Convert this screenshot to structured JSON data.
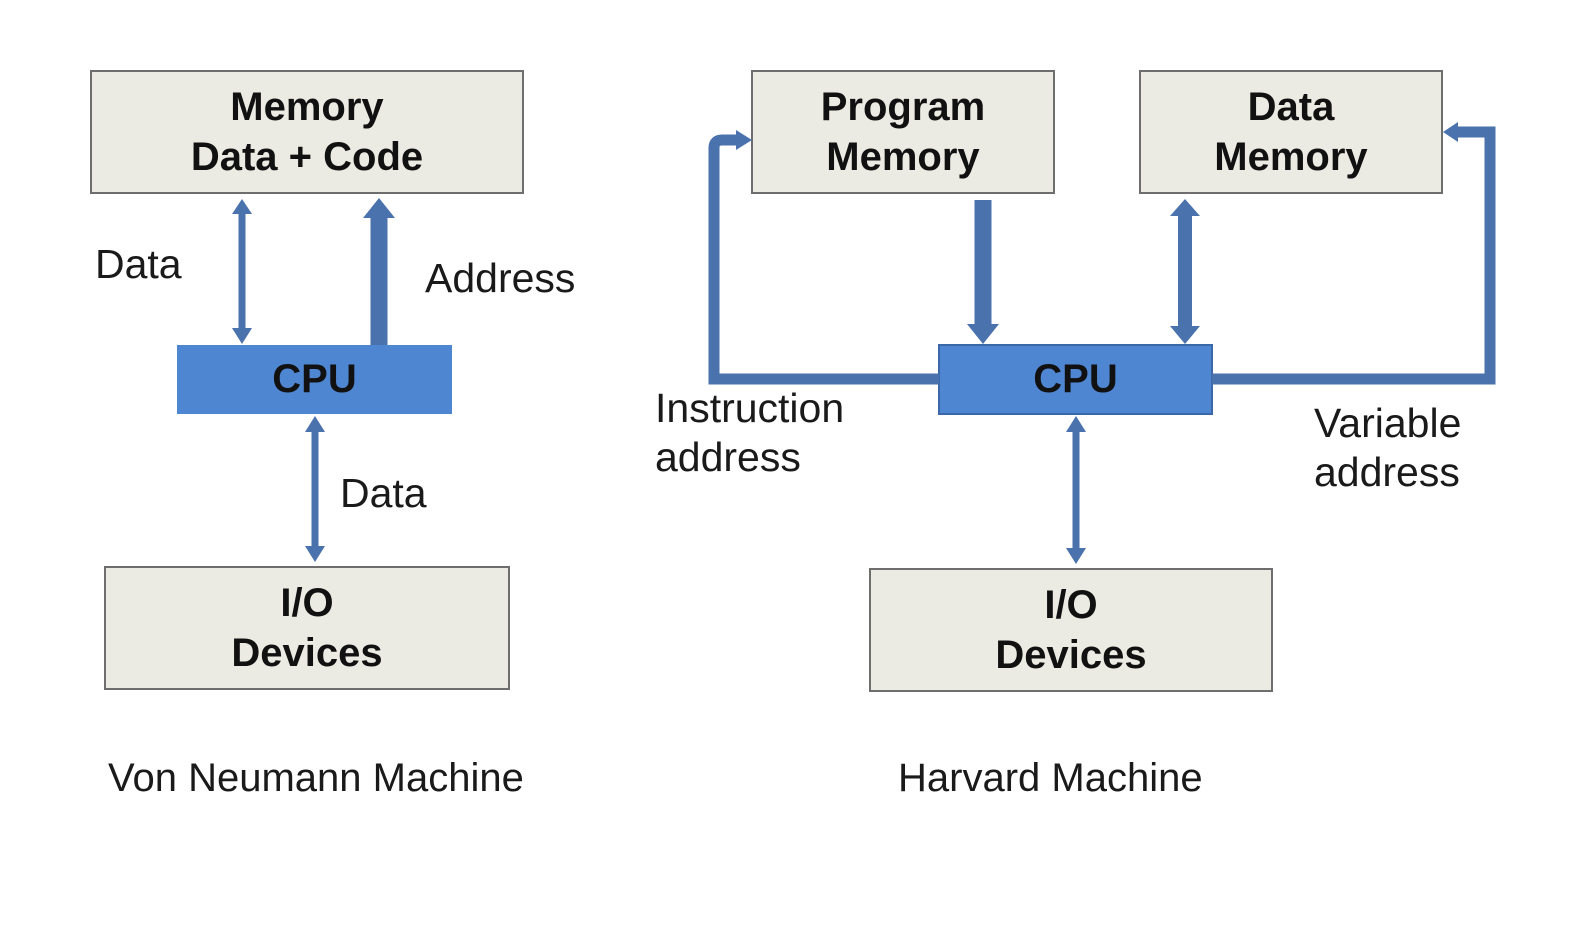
{
  "von_neumann": {
    "memory": {
      "line1": "Memory",
      "line2": "Data + Code"
    },
    "cpu": "CPU",
    "io": {
      "line1": "I/O",
      "line2": "Devices"
    },
    "label_data_top": "Data",
    "label_address": "Address",
    "label_data_bottom": "Data",
    "caption": "Von Neumann Machine"
  },
  "harvard": {
    "program_memory": {
      "line1": "Program",
      "line2": "Memory"
    },
    "data_memory": {
      "line1": "Data",
      "line2": "Memory"
    },
    "cpu": "CPU",
    "io": {
      "line1": "I/O",
      "line2": "Devices"
    },
    "label_instruction": {
      "line1": "Instruction",
      "line2": "address"
    },
    "label_variable": {
      "line1": "Variable",
      "line2": "address"
    },
    "caption": "Harvard Machine"
  },
  "colors": {
    "cpu": "#4f86d2",
    "box": "#ecebe3",
    "bus": "#4a72ad"
  }
}
